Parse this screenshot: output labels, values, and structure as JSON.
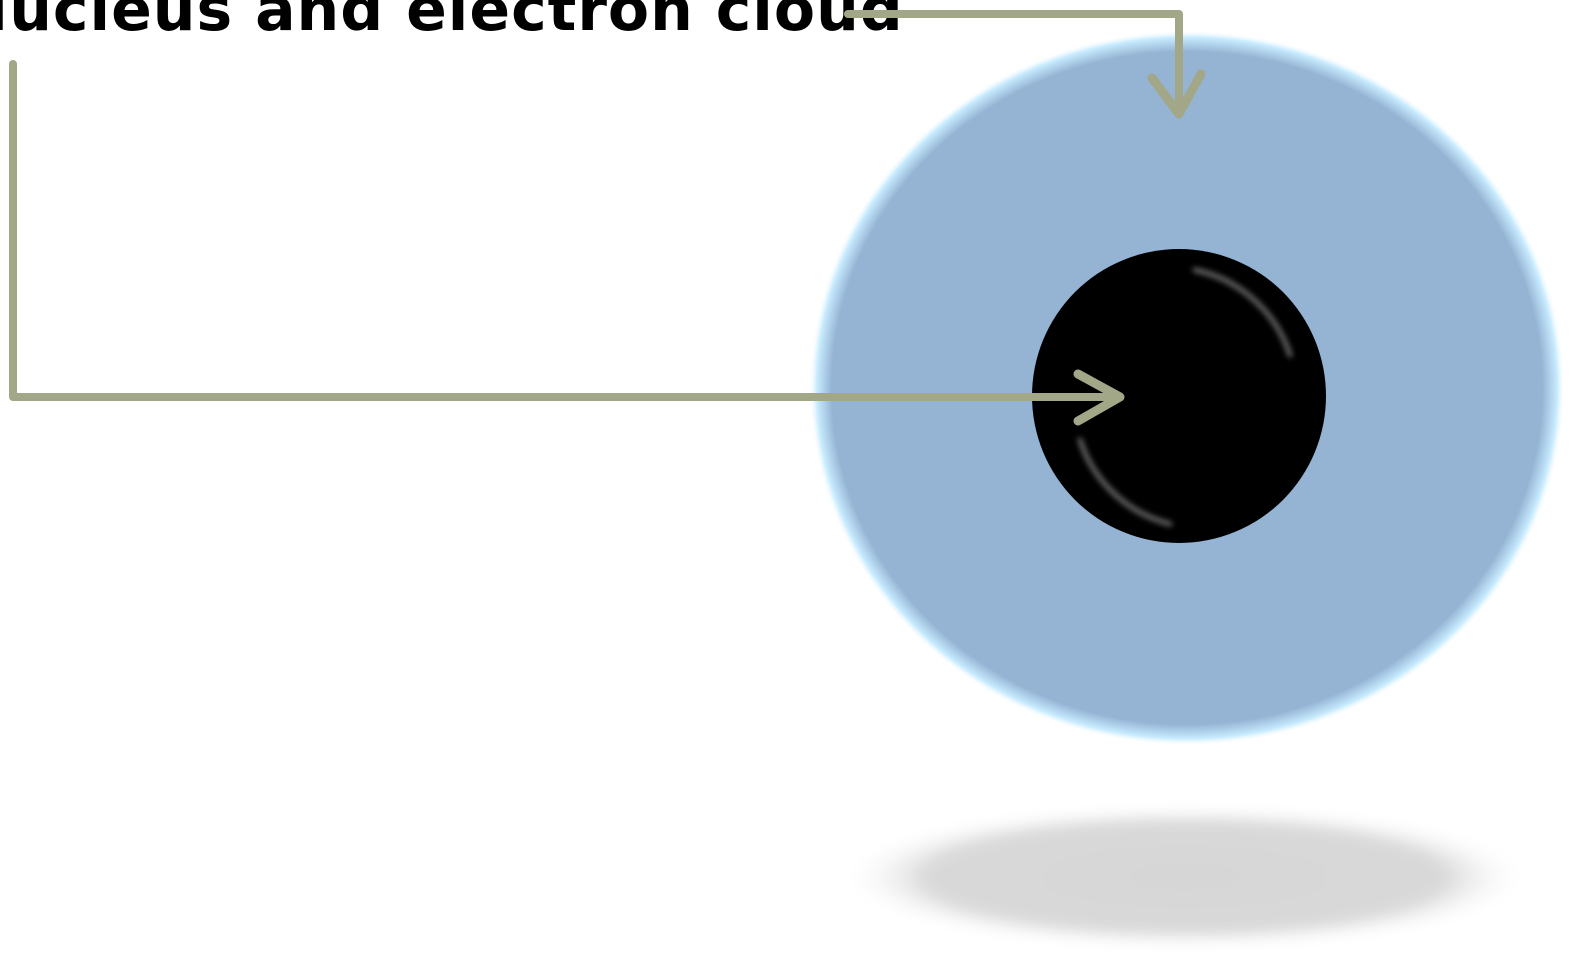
{
  "diagram": {
    "caption": "Nucleus and electron cloud",
    "parts": [
      {
        "id": "electron-cloud",
        "label": "electron cloud",
        "color": "#95B4D4",
        "glow_color": "#C9ECFF"
      },
      {
        "id": "nucleus",
        "label": "nucleus",
        "color": "#000000"
      }
    ],
    "connector_color": "#A2A787",
    "shadow_color": "#D6D6D6"
  }
}
